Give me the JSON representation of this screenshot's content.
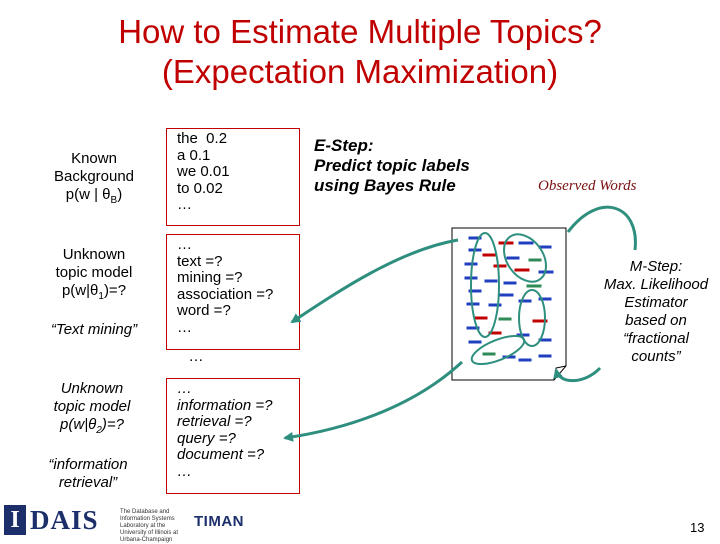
{
  "title": {
    "line1": "How to Estimate Multiple Topics?",
    "line2": "(Expectation Maximization)"
  },
  "background": {
    "label_line1": "Known",
    "label_line2": "Background",
    "label_line3_prefix": "p(w | θ",
    "label_line3_sub": "B",
    "label_line3_suffix": ")",
    "words": "the  0.2\na 0.1\nwe 0.01\nto 0.02\n…"
  },
  "topic1": {
    "label_line1": "Unknown",
    "label_line2": "topic model",
    "label_line3_prefix": "p(w|θ",
    "label_line3_sub": "1",
    "label_line3_suffix": ")=?",
    "caption": "“Text mining”",
    "words": "…\ntext =?\nmining =?\nassociation =?\nword =?\n…",
    "trailing": "…"
  },
  "topic2": {
    "label_line1": "Unknown",
    "label_line2": "topic model",
    "label_line3_prefix": "p(w|θ",
    "label_line3_sub": "2",
    "label_line3_suffix": ")=?",
    "caption_line1": "“information",
    "caption_line2": "retrieval”",
    "words": "…\ninformation =?\nretrieval =?\nquery =?\ndocument =?\n…"
  },
  "estep": {
    "line1": "E-Step:",
    "line2": "Predict topic labels",
    "line3": "using Bayes Rule"
  },
  "observed": "Observed Words",
  "mstep": {
    "line1": "M-Step:",
    "line2": "Max. Likelihood",
    "line3": "Estimator",
    "line4": "based on",
    "line5": "“fractional",
    "line6": "counts”"
  },
  "page_number": "13",
  "logo": {
    "letter": "I",
    "name": "DAIS",
    "lab": "The Database and Information Systems Laboratory at the University of Illinois at Urbana-Champaign",
    "partner": "TIMAN"
  },
  "colors": {
    "title": "#c00000",
    "box_border": "#c00000",
    "arrow": "#2f8f7f",
    "ellipse": "#2f8f7f",
    "word_blue": "#1f3fbf",
    "word_red": "#c00000",
    "word_green": "#2e8b57"
  }
}
